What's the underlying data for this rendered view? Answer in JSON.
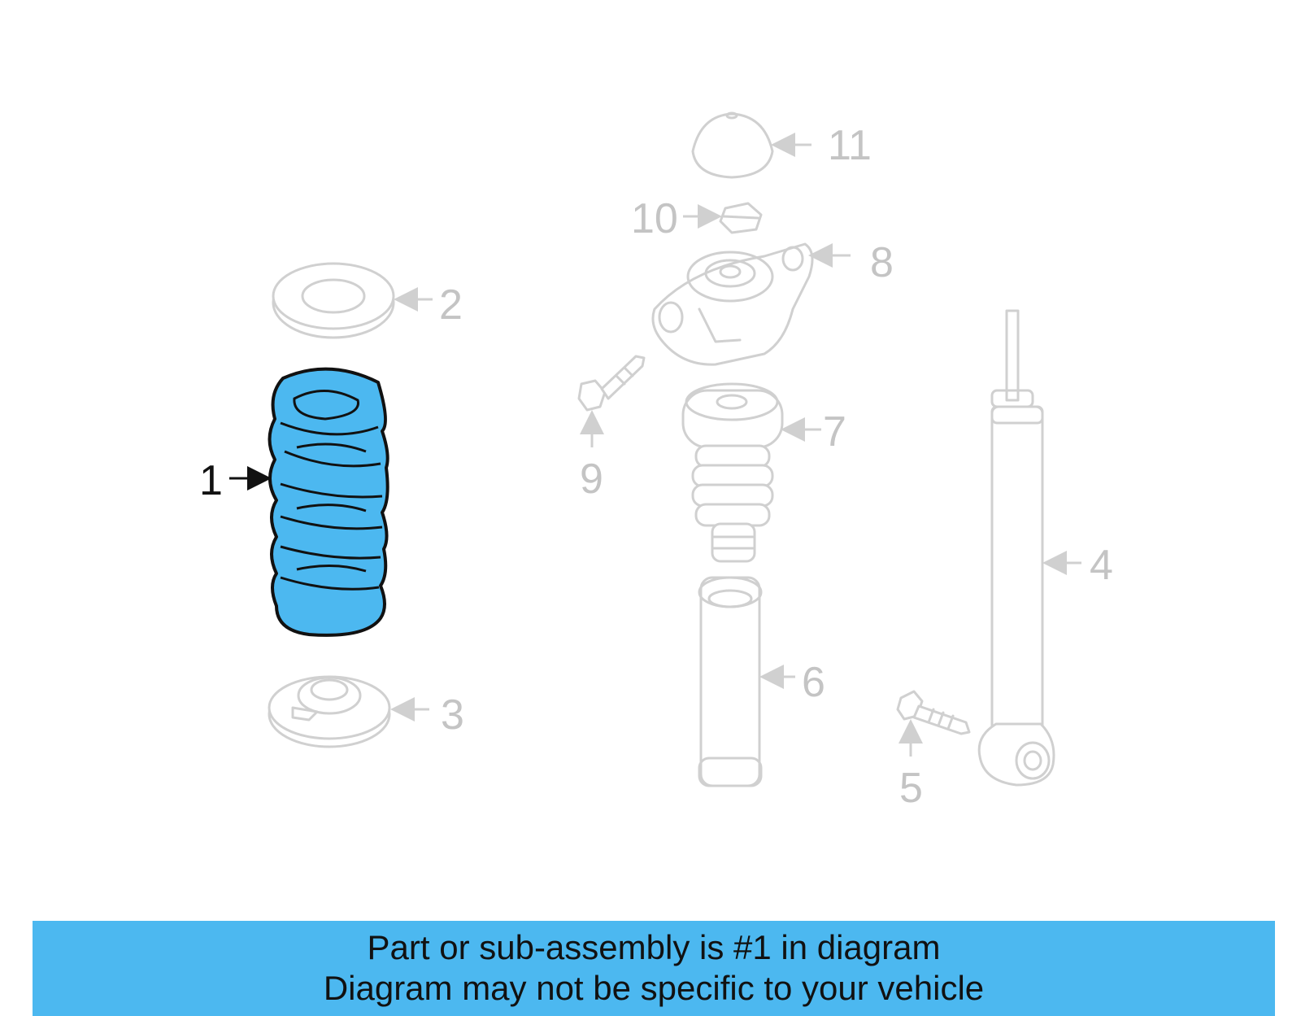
{
  "colors": {
    "highlight": "#4cb8f0",
    "highlight_stroke": "#111111",
    "ghost": "#d0d0d0",
    "callout_active": "#111111",
    "callout_inactive": "#c4c4c4"
  },
  "callouts": {
    "c1": "1",
    "c2": "2",
    "c3": "3",
    "c4": "4",
    "c5": "5",
    "c6": "6",
    "c7": "7",
    "c8": "8",
    "c9": "9",
    "c10": "10",
    "c11": "11"
  },
  "highlighted_part": "1",
  "banner": {
    "line1": "Part or sub-assembly is #1 in diagram",
    "line2": "Diagram may not be specific to your vehicle"
  }
}
